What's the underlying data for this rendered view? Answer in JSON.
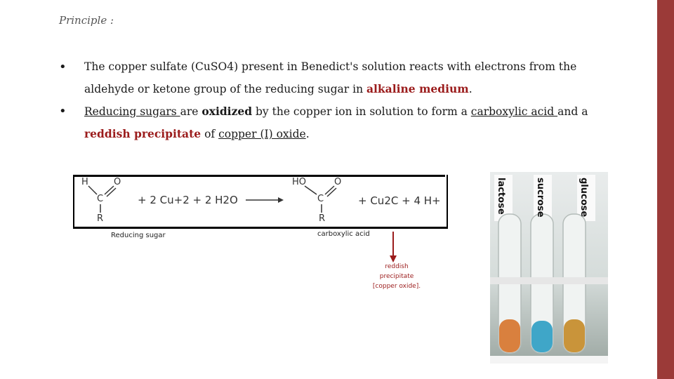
{
  "heading": "Principle :",
  "bullet1": {
    "text_a": "The copper sulfate (CuSO4) present in Benedict's solution reacts with electrons from the aldehyde or ketone group of the reducing sugar in ",
    "emph": "alkaline medium",
    "text_b": "."
  },
  "bullet2": {
    "u1": "Reducing sugars ",
    "t1": "are ",
    "b1": "oxidized",
    "t2": " by the copper ion in solution to form a ",
    "u2": "carboxylic acid ",
    "t3": "and a ",
    "red1": "reddish precipitate",
    "t4": " of ",
    "u3": "copper (I) oxide",
    "t5": "."
  },
  "equation": {
    "h_top": "H",
    "o_top": "O",
    "c_left": "C",
    "r_left": "R",
    "reactants": "+ 2 Cu+2  + 2 H2O",
    "ho": "HO",
    "o_right": "O",
    "c_right": "C",
    "r_right": "R",
    "products": "+ Cu2C  + 4 H+"
  },
  "captions": {
    "reducing_sugar": "Reducing sugar",
    "carboxylic_acid": "carboxylic acid",
    "reddish_line1": "reddish",
    "reddish_line2": "precipitate",
    "reddish_line3": "[copper oxide]."
  },
  "photo": {
    "labels": [
      "lactose",
      "sucrose",
      "glucose"
    ],
    "colors": {
      "orange": "#d9803e",
      "blue": "#3fa6c8",
      "amber": "#c9943a"
    }
  },
  "accent": "#9b3a38"
}
